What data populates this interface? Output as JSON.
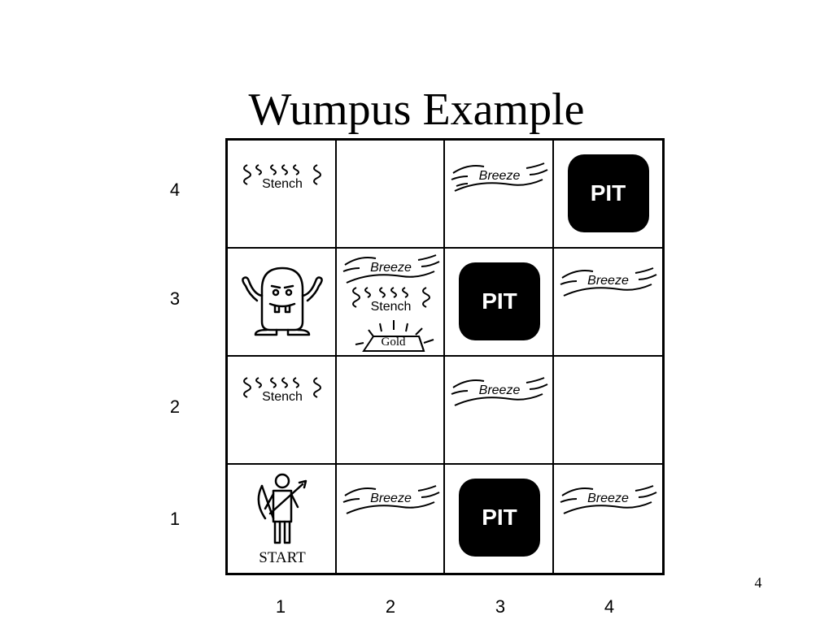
{
  "title": "Wumpus Example",
  "page_number": "4",
  "row_labels": [
    "4",
    "3",
    "2",
    "1"
  ],
  "col_labels": [
    "1",
    "2",
    "3",
    "4"
  ],
  "labels": {
    "pit": "PIT",
    "breeze": "Breeze",
    "stench": "Stench",
    "gold": "Gold",
    "start": "START"
  },
  "icons": {
    "wumpus": "wumpus-icon",
    "agent": "agent-icon",
    "stench_waves": "stench-waves-icon",
    "breeze_waves": "breeze-waves-icon",
    "gold_bar": "gold-bar-icon"
  },
  "colors": {
    "pit_fill": "#000000",
    "pit_text": "#ffffff",
    "background": "#ffffff"
  }
}
